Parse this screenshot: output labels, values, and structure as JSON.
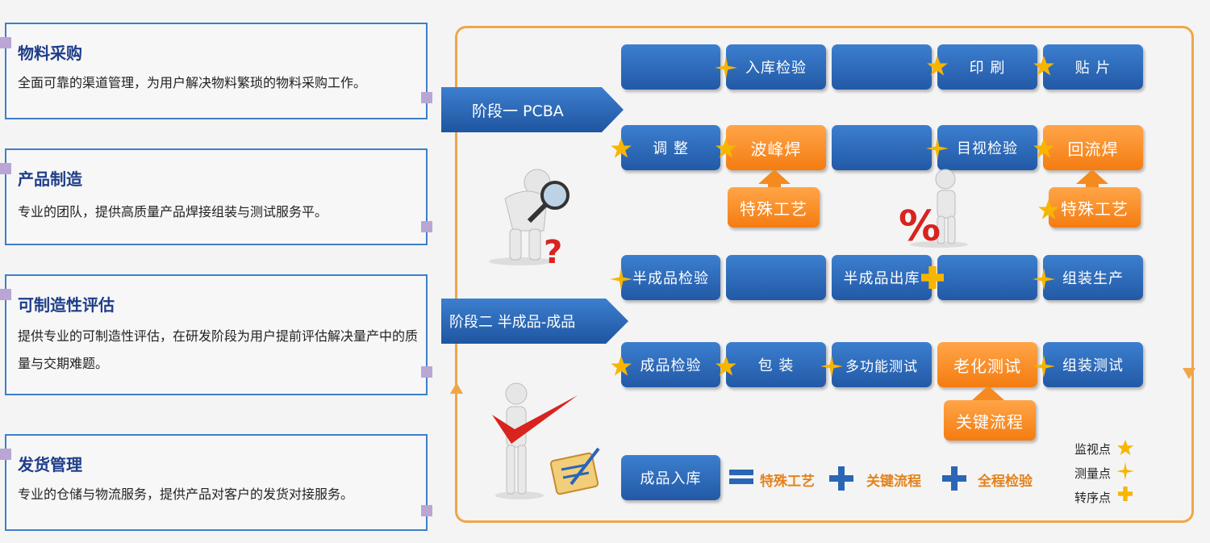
{
  "cards": [
    {
      "title": "物料采购",
      "desc": "全面可靠的渠道管理，为用户解决物料繁琐的物料采购工作。"
    },
    {
      "title": "产品制造",
      "desc": "专业的团队，提供高质量产品焊接组装与测试服务平。"
    },
    {
      "title": "可制造性评估",
      "desc": "提供专业的可制造性评估，在研发阶段为用户提前评估解决量产中的质量与交期难题。"
    },
    {
      "title": "发货管理",
      "desc": "专业的仓储与物流服务，提供产品对客户的发货对接服务。"
    }
  ],
  "stages": {
    "one": "阶段一  PCBA",
    "two": "阶段二  半成品-成品"
  },
  "row1": [
    "",
    "入库检验",
    "",
    "印  刷",
    "贴  片"
  ],
  "row2": [
    "调  整",
    "波峰焊",
    "",
    "目视检验",
    "回流焊"
  ],
  "special": [
    "特殊工艺",
    "特殊工艺"
  ],
  "row3": [
    "半成品检验",
    "",
    "半成品出库",
    "",
    "组装生产"
  ],
  "row4": [
    "成品检验",
    "包  装",
    "多功能测试",
    "老化测试",
    "组装测试"
  ],
  "key_process": "关键流程",
  "bottom": {
    "store": "成品入库",
    "special": "特殊工艺",
    "key": "关键流程",
    "full": "全程检验"
  },
  "legend": {
    "monitor": "监视点",
    "measure": "测量点",
    "transfer": "转序点"
  },
  "colors": {
    "blue": "#2a66b6",
    "orange": "#f58a1f",
    "star": "#f7b500",
    "frame": "#f0a648"
  }
}
